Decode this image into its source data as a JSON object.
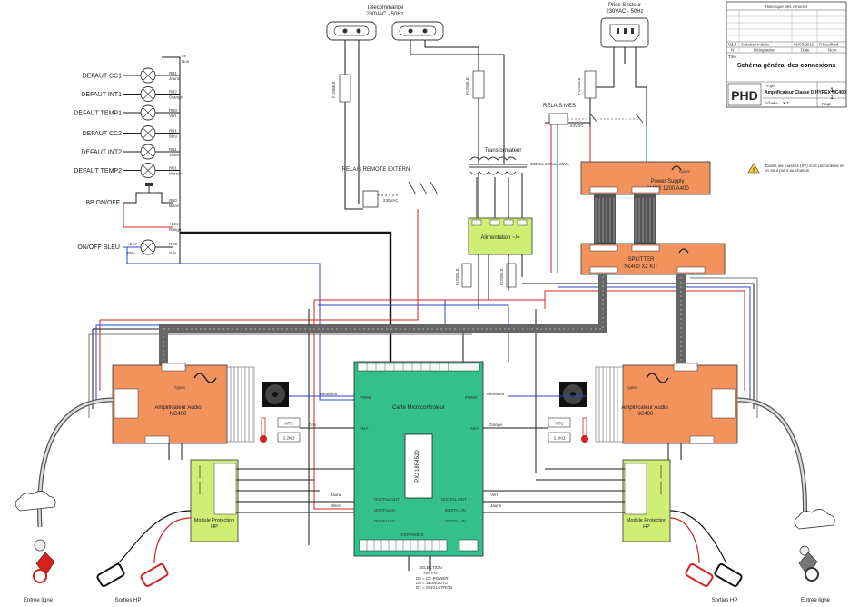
{
  "title_block": {
    "history_label": "Historique des versions",
    "version": "V1.0",
    "version_desc": "Création initiale",
    "version_date": "01/03/2019",
    "version_name": "P.Rouillard",
    "col_num": "N°",
    "col_designation": "Désignation",
    "col_date": "Date",
    "col_nom": "Nom",
    "titre_label": "Titre",
    "titre": "Schéma général des connexions",
    "projet_label": "Projet",
    "projet": "Amplificateur Classe D HYPEX NC400",
    "echelle_label": "Echelle",
    "echelle": "X:1",
    "page_label": "Page",
    "page_num": "1",
    "page_total": "1",
    "logo": "PHD"
  },
  "top": {
    "telecommande": "Telecommande",
    "telecommande_v": "230VAC - 50Hz",
    "prise_secteur": "Prise Secteur",
    "prise_secteur_v": "230VAC - 50Hz",
    "transformateur": "Transformateur",
    "relais_mes": "RELAIS MES",
    "relais_mes_v": "24VDC",
    "relais_remote": "RELAIS REMOTE EXTERN",
    "relais_remote_v": "230VAC",
    "fusible": "FUSIBLE",
    "transfo_sec": "230Vac 2x9Vac 20VA"
  },
  "faults": [
    {
      "label": "DEFAUT CC1",
      "ref": "RB1",
      "color": "Jaune"
    },
    {
      "label": "DEFAUT INT1",
      "ref": "RB2",
      "color": "Orange"
    },
    {
      "label": "DEFAUT TEMP1",
      "ref": "RD0",
      "color": "Vert"
    },
    {
      "label": "DEFAUT CC2",
      "ref": "RB1",
      "color": "Bleu"
    },
    {
      "label": "DEFAUT INT2",
      "ref": "RB1",
      "color": "Violet"
    },
    {
      "label": "DEFAUT TEMP2",
      "ref": "RD1",
      "color": "Marron"
    }
  ],
  "controls": {
    "supply_5v": "5V",
    "supply_5v_color": "Noir",
    "bp_label": "BP ON/OFF",
    "bp_ref": "RB0",
    "bp_color": "Blanc",
    "v24_ref": "+24V",
    "v24_color": "Rouge",
    "led_label": "ON/OFF BLEU",
    "led_ref": "RC0",
    "led_v": "+24V",
    "led_color1": "Bleu",
    "led_color2": "Gris"
  },
  "modules": {
    "power_supply_brand": "hypex",
    "power_supply": "Power Supply",
    "power_supply_model": "SMPS 1200 A400",
    "splitter": "SPLITTER",
    "splitter_model": "Nc400 X2 KIT",
    "alimentation": "Alimentation ~/=",
    "microcontroller": "Carte Microcontroleur",
    "pic": "PIC 18F4520",
    "amp_brand": "hypex",
    "amp_label": "Amplificateur Audio NC400",
    "protection": "Module Protection HP",
    "note": "Toutes les masses (0V) sont raccordées en un seul point au chassis",
    "pwm_l": "PWM1",
    "pwm_r": "PWM2",
    "fan_color": "Bleu/Bleu",
    "ana_l": "ANA",
    "ana_r": "ANA",
    "ana_l_color": "Gris",
    "ana_r_color": "Orange",
    "digital_out": "DIGITAL OUT",
    "digital_in": "DIGITAL IN",
    "ntc_l": "NTC",
    "ntc_r": "NTC",
    "res_l": "2.2KΩ",
    "res_r": "2.2KΩ",
    "jaune": "Jaune",
    "blanc": "Blanc",
    "vert": "Vert",
    "selection": "SELECTION",
    "sel_lines": [
      "D6 = CC POWER",
      "D6 = 1/BINGUTO",
      "D7 = SINGLETRON"
    ],
    "disponible": "DISPONIBLE"
  },
  "bottom": {
    "entree_l": "Entrée ligne",
    "sorties_l": "Sorties HP",
    "sorties_r": "Sorties HP",
    "entree_r": "Entrée ligne"
  },
  "colors": {
    "module_orange": "#f2935e",
    "mcu_green": "#33c08c",
    "aux_lime": "#cfee74",
    "wire_red": "#d62020",
    "wire_blue": "#2846c8",
    "wire_black": "#1a1a1a"
  }
}
